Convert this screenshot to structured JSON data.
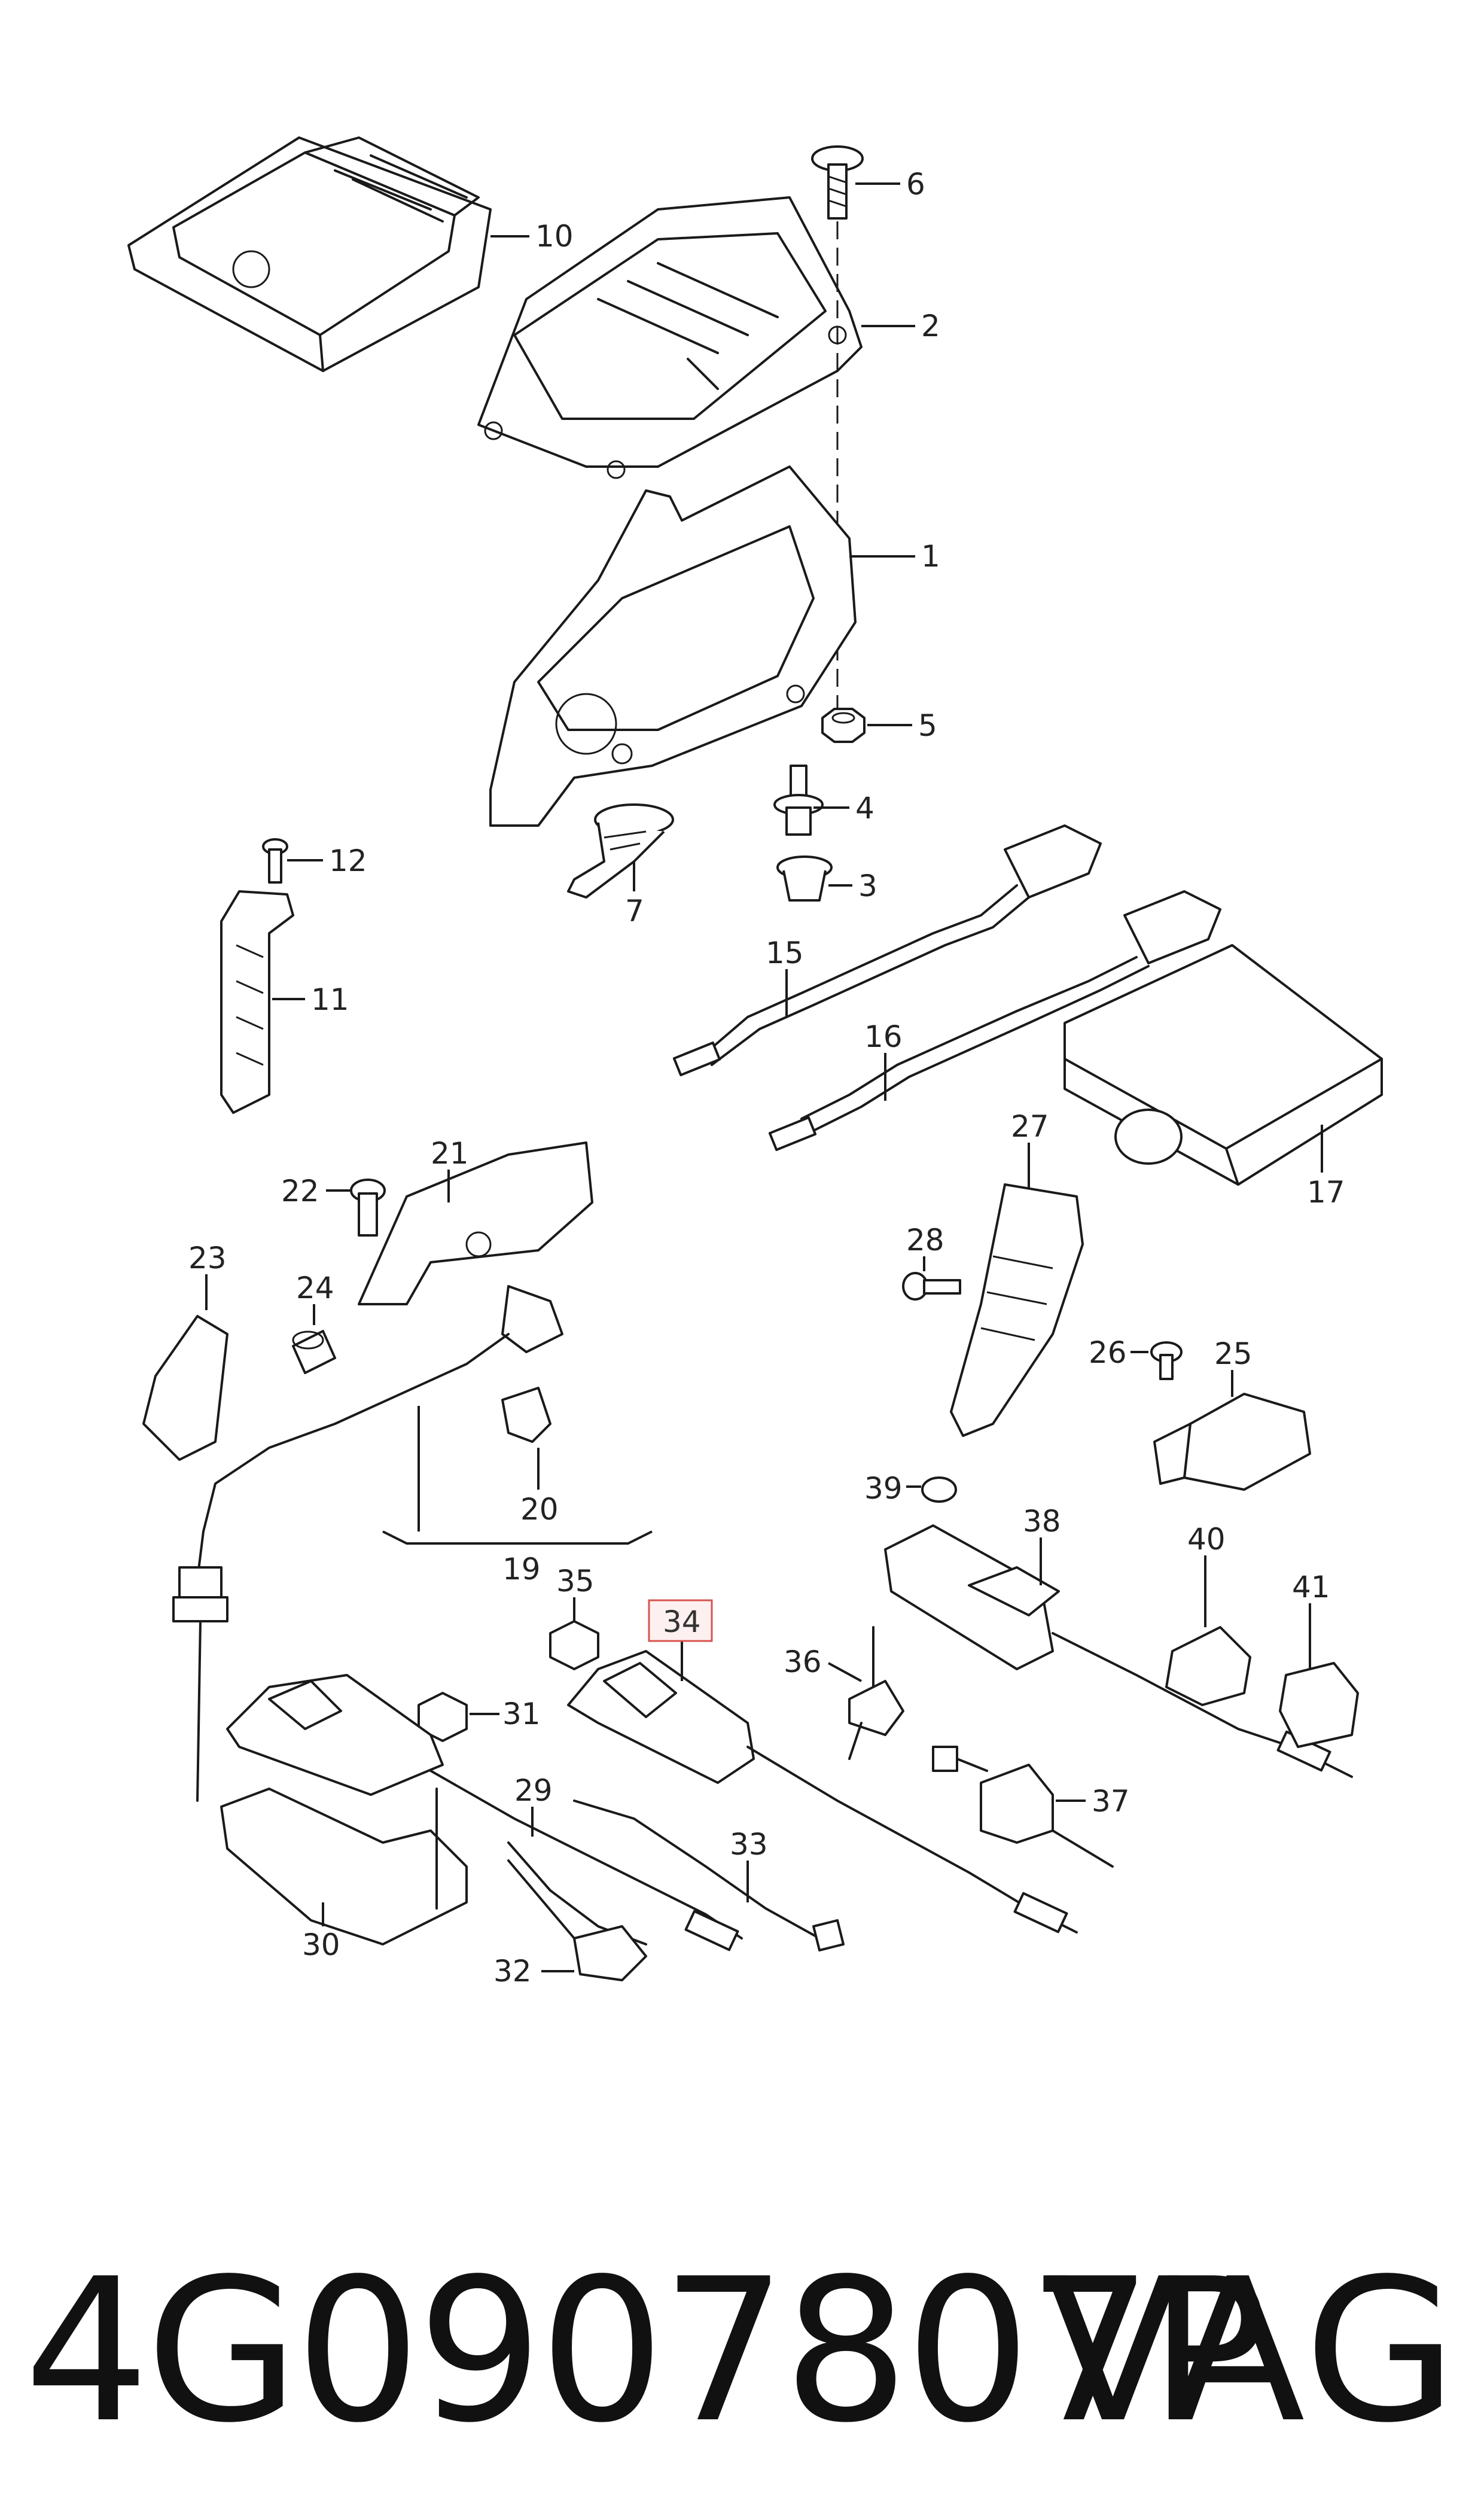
{
  "callouts": {
    "c1": "1",
    "c2": "2",
    "c3": "3",
    "c4": "4",
    "c5": "5",
    "c6": "6",
    "c7": "7",
    "c10": "10",
    "c11": "11",
    "c12": "12",
    "c15": "15",
    "c16": "16",
    "c17": "17",
    "c19": "19",
    "c20": "20",
    "c21": "21",
    "c22": "22",
    "c23": "23",
    "c24": "24",
    "c25": "25",
    "c26": "26",
    "c27": "27",
    "c28": "28",
    "c29": "29",
    "c30": "30",
    "c31": "31",
    "c32": "32",
    "c33": "33",
    "c34": "34",
    "c35": "35",
    "c36": "36",
    "c37": "37",
    "c38": "38",
    "c39": "39",
    "c40": "40",
    "c41": "41"
  },
  "highlighted_callout": "34",
  "colors": {
    "line": "#1a1a1a",
    "highlight_border": "#d9534f",
    "highlight_fill": "#fdf0f0"
  },
  "footer": {
    "part_number": "4G0907807P",
    "brand": "VAG"
  }
}
